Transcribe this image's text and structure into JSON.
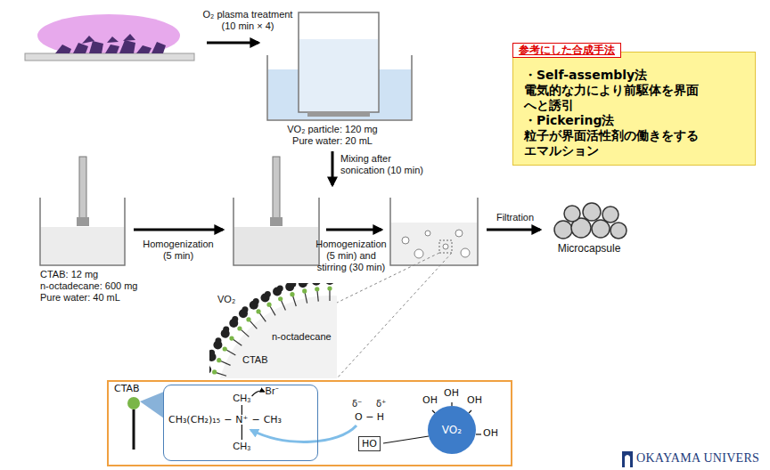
{
  "diagram": {
    "nodes": [
      {
        "text": [
          "参考にした合成手法",
          "・Self-assembly法",
          "電気的な力により前駆体を界面へと誘引",
          "・Pickering法",
          "粒子が界面活性剤の働きをするエマルション"
        ]
      },
      {
        "text": [
          "VO₂ particle: 120 mg",
          "Pure water: 20 mL"
        ]
      },
      {
        "text": [
          "CTAB: 12 mg",
          "n-octadecane: 600 mg",
          "Pure water: 40 mL"
        ]
      },
      {
        "text": [
          "Microcapsule"
        ]
      },
      {
        "text": [
          "CTAB",
          "δ⁻",
          "δ⁺",
          "O − H"
        ]
      },
      {
        "text": [
          "CH₃",
          "Br⁻",
          "CH₃(CH₂)₁₅",
          "−",
          "N⁺",
          "−",
          "CH₃",
          "CH₃"
        ],
        "in": 4
      },
      {
        "text": [
          "HO"
        ],
        "in": 4
      },
      {
        "text": [
          "VO₂",
          "OH",
          "OH",
          "OH",
          "OH"
        ],
        "in": 4
      }
    ],
    "labels": [
      "O₂ plasma treatment (10 min × 4)",
      "Mixing after sonication (10 min)",
      "Homogenization (5 min)",
      "Homogenization (5 min) and stirring (30 min)",
      "Filtration",
      "VO₂",
      "CTAB",
      "n-octadecane",
      "OKAYAMA UNIVERS"
    ]
  }
}
